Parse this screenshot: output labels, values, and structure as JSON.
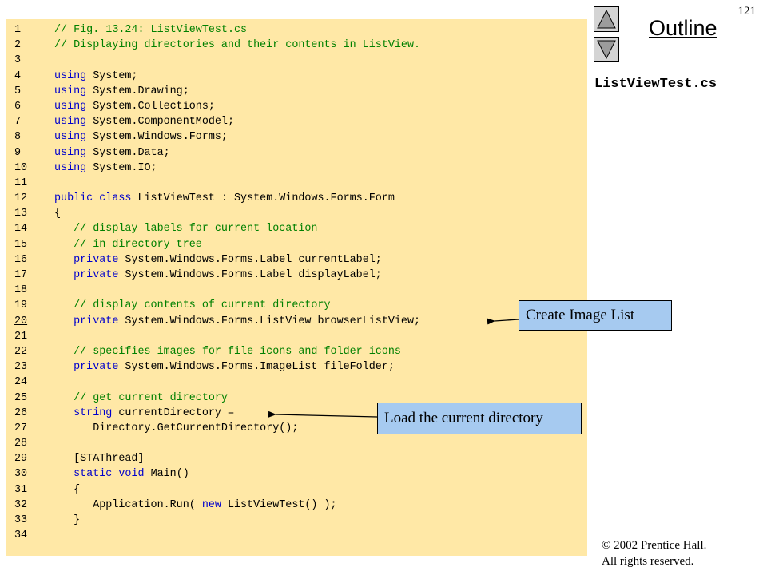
{
  "page_number": "121",
  "outline": {
    "title": "Outline",
    "file_name": "ListViewTest.cs"
  },
  "navigation": {
    "up_icon": "triangle-up-icon",
    "down_icon": "triangle-down-icon"
  },
  "colors": {
    "code_background": "#ffe8a6",
    "keyword": "#0000cc",
    "comment": "#008000",
    "callout": "#a6caf0"
  },
  "code": [
    {
      "n": "1",
      "t": [
        [
          "cm",
          "// Fig. 13.24: ListViewTest.cs"
        ]
      ]
    },
    {
      "n": "2",
      "t": [
        [
          "cm",
          "// Displaying directories and their contents in ListView."
        ]
      ]
    },
    {
      "n": "3",
      "t": []
    },
    {
      "n": "4",
      "t": [
        [
          "kw",
          "using"
        ],
        [
          "tx",
          " System;"
        ]
      ]
    },
    {
      "n": "5",
      "t": [
        [
          "kw",
          "using"
        ],
        [
          "tx",
          " System.Drawing;"
        ]
      ]
    },
    {
      "n": "6",
      "t": [
        [
          "kw",
          "using"
        ],
        [
          "tx",
          " System.Collections;"
        ]
      ]
    },
    {
      "n": "7",
      "t": [
        [
          "kw",
          "using"
        ],
        [
          "tx",
          " System.ComponentModel;"
        ]
      ]
    },
    {
      "n": "8",
      "t": [
        [
          "kw",
          "using"
        ],
        [
          "tx",
          " System.Windows.Forms;"
        ]
      ]
    },
    {
      "n": "9",
      "t": [
        [
          "kw",
          "using"
        ],
        [
          "tx",
          " System.Data;"
        ]
      ]
    },
    {
      "n": "10",
      "t": [
        [
          "kw",
          "using"
        ],
        [
          "tx",
          " System.IO;"
        ]
      ]
    },
    {
      "n": "11",
      "t": []
    },
    {
      "n": "12",
      "t": [
        [
          "kw",
          "public"
        ],
        [
          "tx",
          " "
        ],
        [
          "kw",
          "class"
        ],
        [
          "tx",
          " ListViewTest : System.Windows.Forms.Form"
        ]
      ]
    },
    {
      "n": "13",
      "t": [
        [
          "tx",
          "{"
        ]
      ]
    },
    {
      "n": "14",
      "t": [
        [
          "tx",
          "   "
        ],
        [
          "cm",
          "// display labels for current location"
        ]
      ]
    },
    {
      "n": "15",
      "t": [
        [
          "tx",
          "   "
        ],
        [
          "cm",
          "// in directory tree"
        ]
      ]
    },
    {
      "n": "16",
      "t": [
        [
          "tx",
          "   "
        ],
        [
          "kw",
          "private"
        ],
        [
          "tx",
          " System.Windows.Forms.Label currentLabel;"
        ]
      ]
    },
    {
      "n": "17",
      "t": [
        [
          "tx",
          "   "
        ],
        [
          "kw",
          "private"
        ],
        [
          "tx",
          " System.Windows.Forms.Label displayLabel;"
        ]
      ]
    },
    {
      "n": "18",
      "t": []
    },
    {
      "n": "19",
      "t": [
        [
          "tx",
          "   "
        ],
        [
          "cm",
          "// display contents of current directory"
        ]
      ]
    },
    {
      "n": "20",
      "t": [
        [
          "tx",
          "   "
        ],
        [
          "kw",
          "private"
        ],
        [
          "tx",
          " System.Windows.Forms.ListView browserListView;"
        ]
      ],
      "hl": true
    },
    {
      "n": "21",
      "t": []
    },
    {
      "n": "22",
      "t": [
        [
          "tx",
          "   "
        ],
        [
          "cm",
          "// specifies images for file icons and folder icons"
        ]
      ]
    },
    {
      "n": "23",
      "t": [
        [
          "tx",
          "   "
        ],
        [
          "kw",
          "private"
        ],
        [
          "tx",
          " System.Windows.Forms.ImageList fileFolder;"
        ]
      ]
    },
    {
      "n": "24",
      "t": []
    },
    {
      "n": "25",
      "t": [
        [
          "tx",
          "   "
        ],
        [
          "cm",
          "// get current directory"
        ]
      ]
    },
    {
      "n": "26",
      "t": [
        [
          "tx",
          "   "
        ],
        [
          "kw",
          "string"
        ],
        [
          "tx",
          " currentDirectory ="
        ]
      ]
    },
    {
      "n": "27",
      "t": [
        [
          "tx",
          "      Directory.GetCurrentDirectory();"
        ]
      ]
    },
    {
      "n": "28",
      "t": []
    },
    {
      "n": "29",
      "t": [
        [
          "tx",
          "   [STAThread]"
        ]
      ]
    },
    {
      "n": "30",
      "t": [
        [
          "tx",
          "   "
        ],
        [
          "kw",
          "static"
        ],
        [
          "tx",
          " "
        ],
        [
          "kw",
          "void"
        ],
        [
          "tx",
          " Main()"
        ]
      ]
    },
    {
      "n": "31",
      "t": [
        [
          "tx",
          "   {"
        ]
      ]
    },
    {
      "n": "32",
      "t": [
        [
          "tx",
          "      Application.Run( "
        ],
        [
          "kw",
          "new"
        ],
        [
          "tx",
          " ListViewTest() );"
        ]
      ]
    },
    {
      "n": "33",
      "t": [
        [
          "tx",
          "   }"
        ]
      ]
    },
    {
      "n": "34",
      "t": []
    }
  ],
  "callouts": [
    {
      "text": "Create Image List"
    },
    {
      "text": "Load the current directory"
    }
  ],
  "copyright": {
    "line1": "© 2002 Prentice Hall.",
    "line2": "All rights reserved."
  }
}
